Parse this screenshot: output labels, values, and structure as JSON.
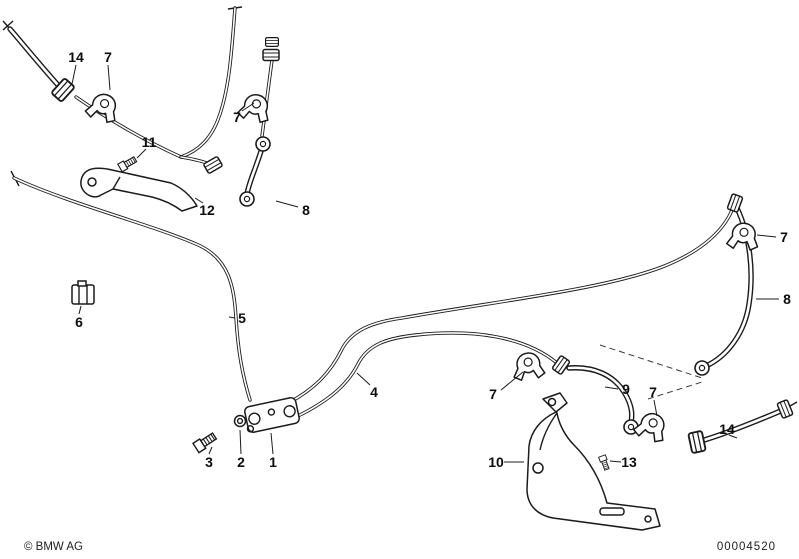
{
  "meta": {
    "copyright": "© BMW AG",
    "document_number": "00004520"
  },
  "callouts": [
    {
      "id": "14-top-left",
      "text": "14"
    },
    {
      "id": "7-top-left",
      "text": "7"
    },
    {
      "id": "7-top-center",
      "text": "7"
    },
    {
      "id": "11",
      "text": "11"
    },
    {
      "id": "12",
      "text": "12"
    },
    {
      "id": "8-left",
      "text": "8"
    },
    {
      "id": "6",
      "text": "6"
    },
    {
      "id": "5",
      "text": "5"
    },
    {
      "id": "4",
      "text": "4"
    },
    {
      "id": "3",
      "text": "3"
    },
    {
      "id": "2",
      "text": "2"
    },
    {
      "id": "1",
      "text": "1"
    },
    {
      "id": "7-right",
      "text": "7"
    },
    {
      "id": "8-right",
      "text": "8"
    },
    {
      "id": "7-bottom-left",
      "text": "7"
    },
    {
      "id": "9",
      "text": "9"
    },
    {
      "id": "7-bottom-right",
      "text": "7"
    },
    {
      "id": "13",
      "text": "13"
    },
    {
      "id": "10",
      "text": "10"
    },
    {
      "id": "14-bottom-right",
      "text": "14"
    }
  ]
}
